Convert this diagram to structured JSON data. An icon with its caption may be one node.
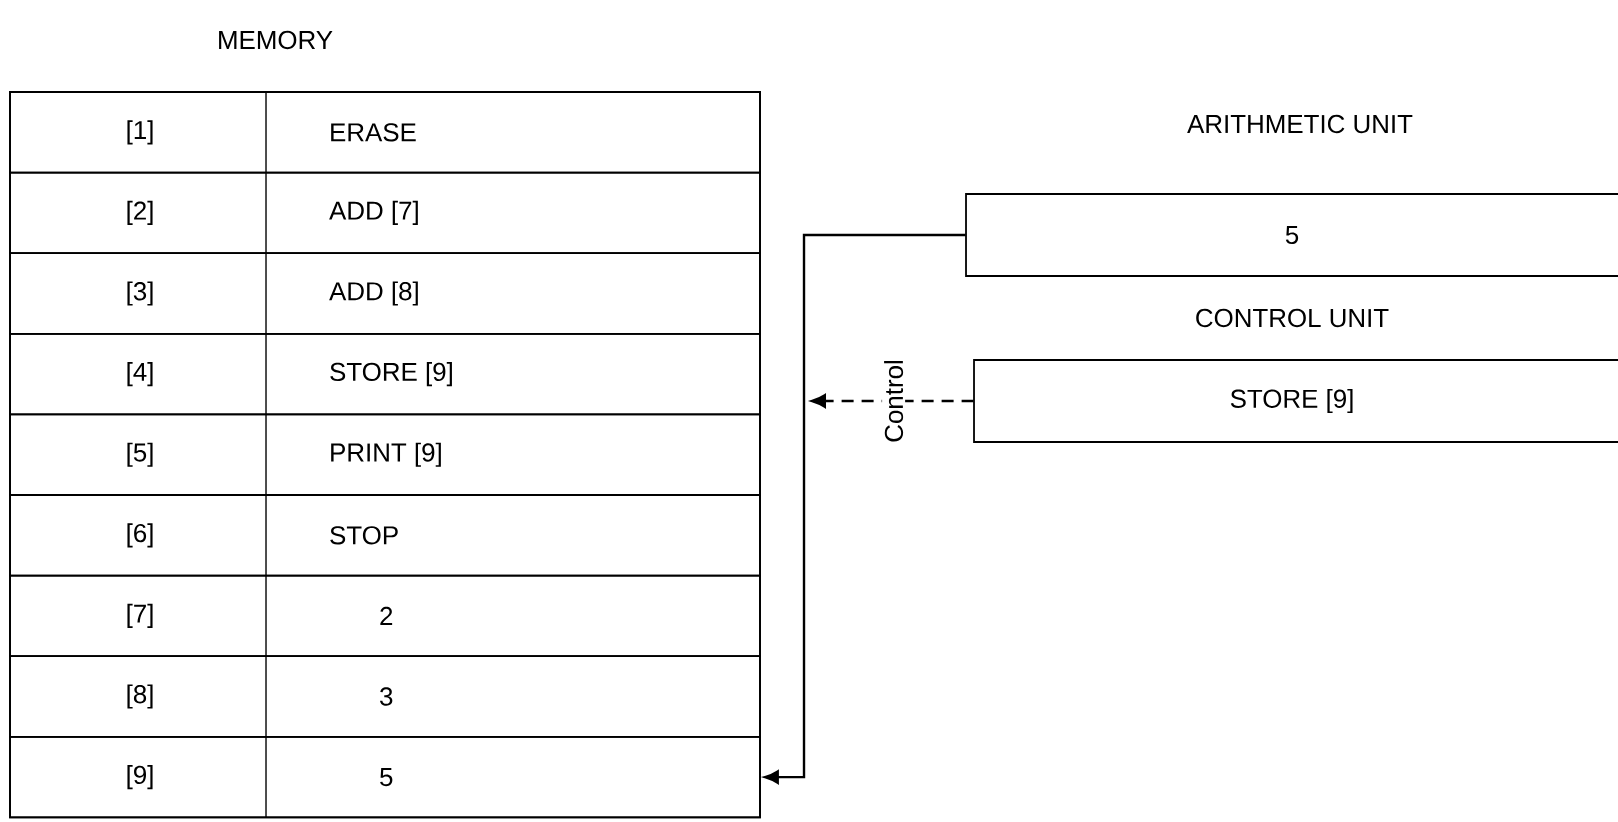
{
  "diagram": {
    "nodes": [
      {
        "text": [
          "MEMORY"
        ]
      },
      {
        "text": [
          "[1]",
          "ERASE"
        ],
        "in": 0
      },
      {
        "text": [
          "[2]",
          "ADD [7]"
        ],
        "in": 0
      },
      {
        "text": [
          "[3]",
          "ADD [8]"
        ],
        "in": 0
      },
      {
        "text": [
          "[4]",
          "STORE [9]"
        ],
        "in": 0
      },
      {
        "text": [
          "[5]",
          "PRINT [9]"
        ],
        "in": 0
      },
      {
        "text": [
          "[6]",
          "STOP"
        ],
        "in": 0
      },
      {
        "text": [
          "[7]",
          "2"
        ],
        "in": 0
      },
      {
        "text": [
          "[8]",
          "3"
        ],
        "in": 0
      },
      {
        "text": [
          "[9]",
          "5"
        ],
        "in": 0
      },
      {
        "text": [
          "ARITHMETIC UNIT",
          "5"
        ]
      },
      {
        "text": [
          "CONTROL UNIT",
          "STORE [9]"
        ]
      }
    ],
    "edges": [
      {
        "from": 10,
        "to": 9,
        "arrow": "to"
      },
      {
        "from": 11,
        "to": null,
        "arrow": "to",
        "style": "dashed",
        "label": "Control"
      }
    ]
  }
}
